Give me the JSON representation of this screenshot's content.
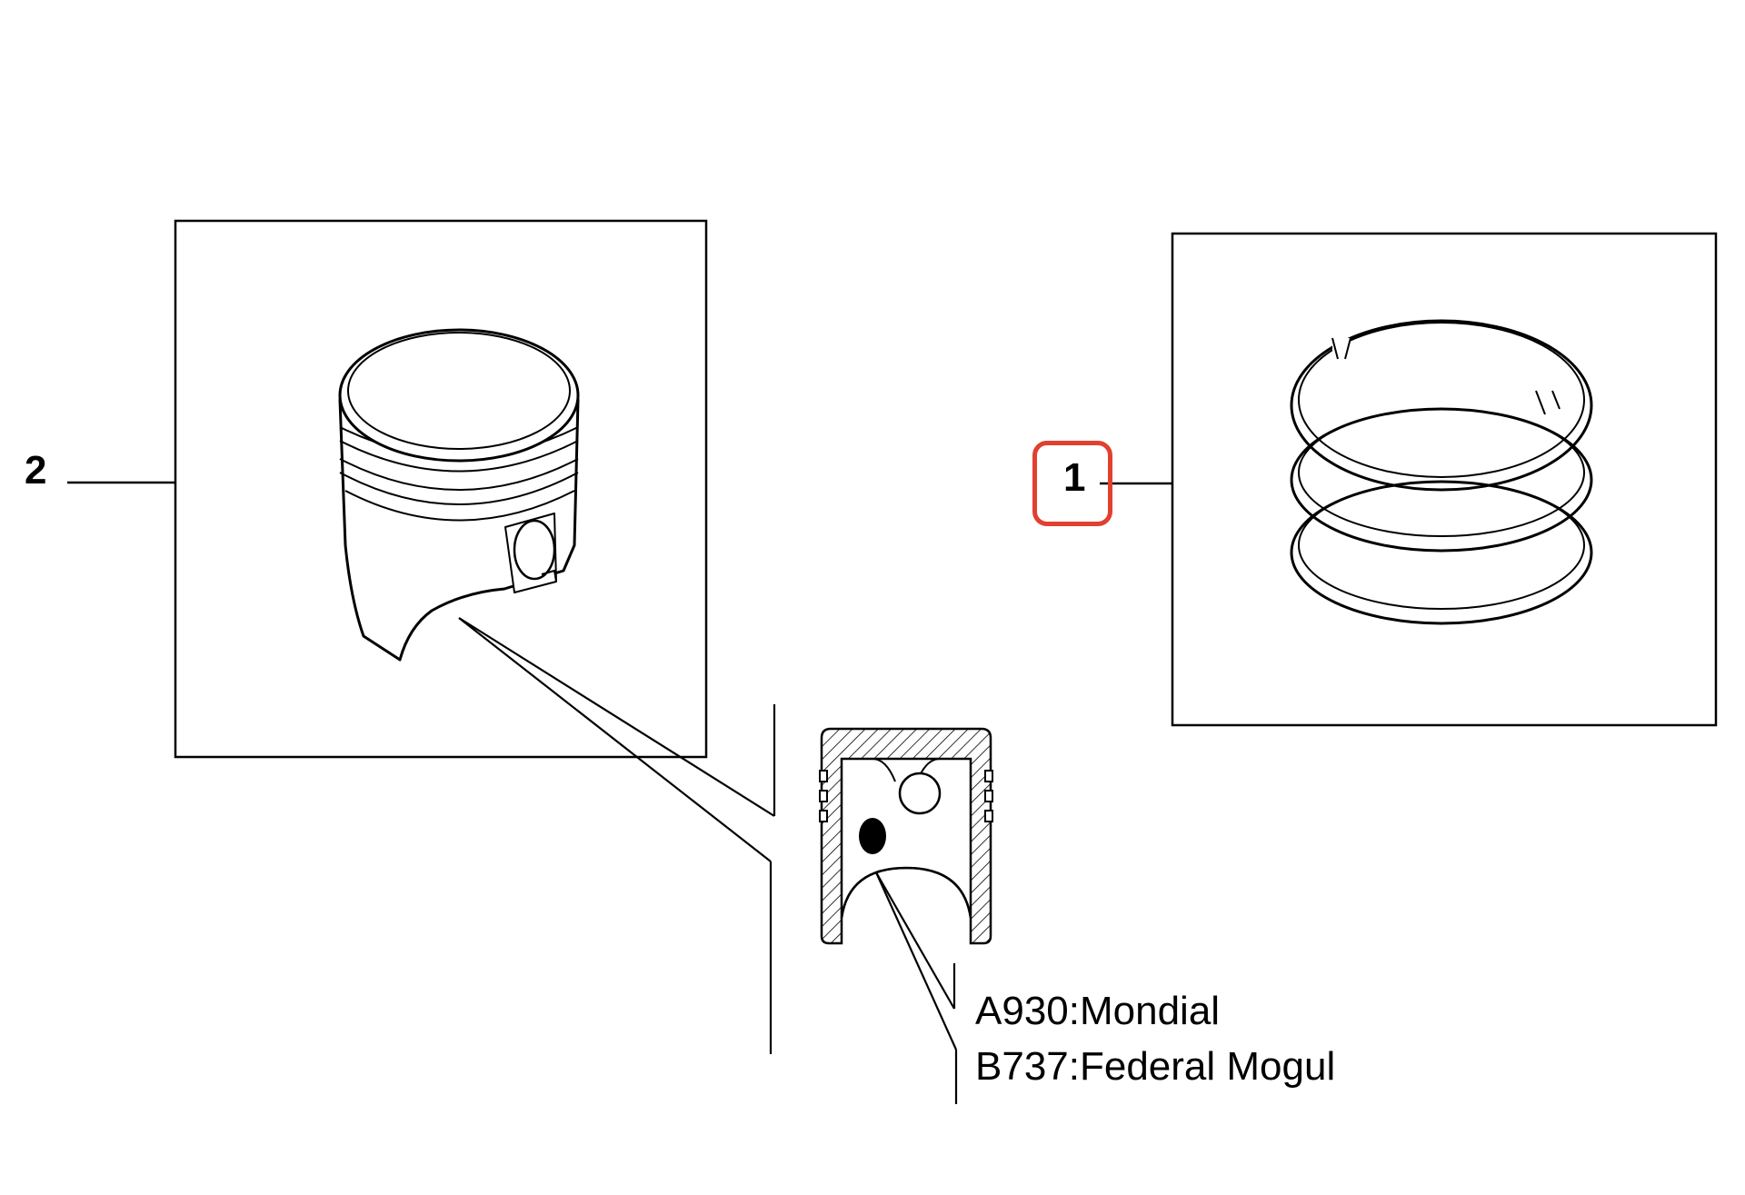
{
  "callouts": {
    "piston": "2",
    "rings": "1"
  },
  "suppliers": [
    {
      "code": "A930",
      "name": "Mondial",
      "text": "A930:Mondial"
    },
    {
      "code": "B737",
      "name": "Federal Mogul",
      "text": "B737:Federal Mogul"
    }
  ],
  "highlight_color": "#e0412f",
  "line_color": "#000000"
}
